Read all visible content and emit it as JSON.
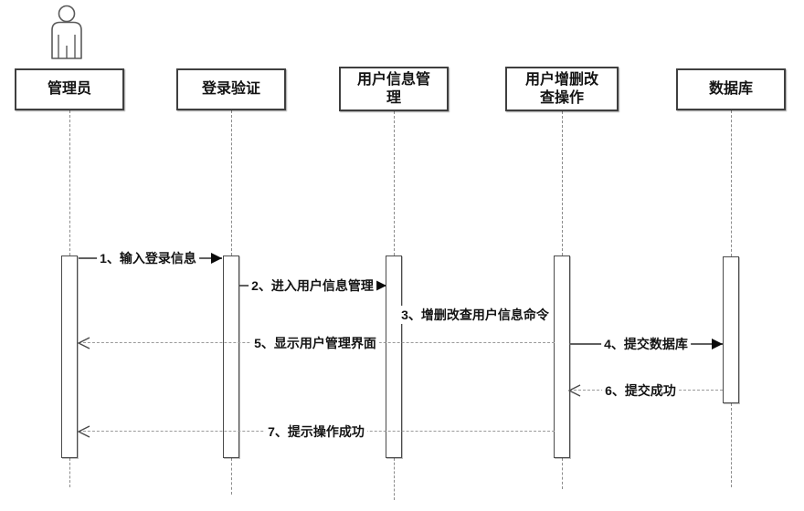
{
  "diagram": {
    "type": "uml-sequence",
    "lifelines": [
      {
        "id": "admin",
        "label": "管理员",
        "kind": "actor"
      },
      {
        "id": "login-verification",
        "label": "登录验证",
        "kind": "object"
      },
      {
        "id": "user-info-management",
        "label": "用户信息管\n理",
        "kind": "object"
      },
      {
        "id": "user-crud-operations",
        "label": "用户增删改\n查操作",
        "kind": "object"
      },
      {
        "id": "database",
        "label": "数据库",
        "kind": "object"
      }
    ],
    "messages": [
      {
        "seq": "1",
        "label": "1、输入登录信息",
        "from": "admin",
        "to": "login-verification",
        "line": "solid",
        "arrow": "filled",
        "direction": "right"
      },
      {
        "seq": "2",
        "label": "2、进入用户信息管理",
        "from": "login-verification",
        "to": "user-info-management",
        "line": "solid",
        "arrow": "filled",
        "direction": "right"
      },
      {
        "seq": "3",
        "label": "3、增删改查用户信息命令",
        "from": "user-info-management",
        "to": "user-crud-operations",
        "line": "none",
        "arrow": "none",
        "direction": "right"
      },
      {
        "seq": "4",
        "label": "4、提交数据库",
        "from": "user-crud-operations",
        "to": "database",
        "line": "solid",
        "arrow": "filled",
        "direction": "right"
      },
      {
        "seq": "5",
        "label": "5、显示用户管理界面",
        "from": "user-crud-operations",
        "to": "admin",
        "line": "dashed",
        "arrow": "open",
        "direction": "left"
      },
      {
        "seq": "6",
        "label": "6、提交成功",
        "from": "database",
        "to": "user-crud-operations",
        "line": "dashed",
        "arrow": "open",
        "direction": "left"
      },
      {
        "seq": "7",
        "label": "7、提示操作成功",
        "from": "user-crud-operations",
        "to": "admin",
        "line": "dashed",
        "arrow": "open",
        "direction": "left"
      }
    ],
    "colors": {
      "background": "#ffffff",
      "box_border": "#3f3f3f",
      "text": "#141414",
      "solid_line": "#606060",
      "dashed_line": "#9a9a9a",
      "lifeline": "#8c8c8c",
      "arrow_fill": "#0a0a0a"
    }
  }
}
